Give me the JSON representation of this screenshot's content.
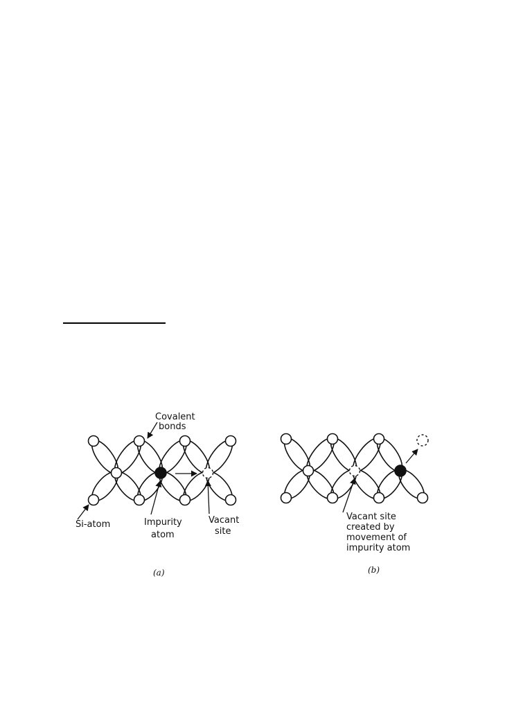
{
  "panel_a": {
    "label_covalent_bonds": "Covalent\nbonds",
    "label_si_atom": "Si-atom",
    "label_impurity_atom": "Impurity\natom",
    "label_vacant_site": "Vacant\nsite",
    "caption": "(a)"
  },
  "panel_b": {
    "label_vacant_site_created": "Vacant site\ncreated by\nmovement of\nimpurity atom",
    "caption": "(b)"
  },
  "colors": {
    "ink": "#111111",
    "background": "#ffffff"
  }
}
